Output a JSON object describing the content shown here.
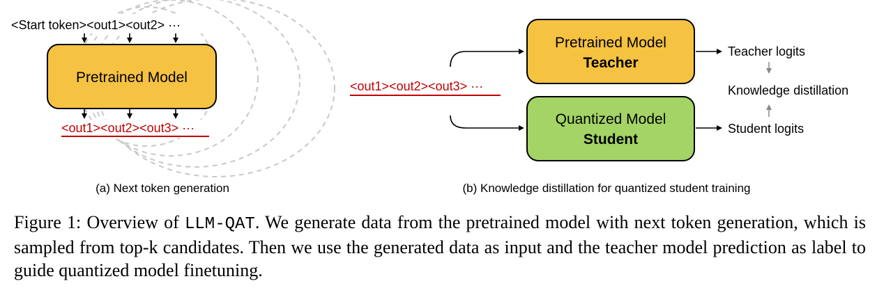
{
  "colors": {
    "teacher_fill": "#F5C242",
    "student_fill": "#A3D465",
    "token_red": "#C00000",
    "dashed_arc": "#C8C8C8"
  },
  "panel_a": {
    "input_tokens": "<Start token><out1><out2> ···",
    "model_label": "Pretrained Model",
    "output_tokens": "<out1><out2><out3> ···",
    "subcaption": "(a) Next token generation"
  },
  "panel_b": {
    "input_tokens": "<out1><out2><out3> ···",
    "teacher_line1": "Pretrained Model",
    "teacher_line2": "Teacher",
    "student_line1": "Quantized Model",
    "student_line2": "Student",
    "teacher_logits": "Teacher logits",
    "knowledge_distillation": "Knowledge distillation",
    "student_logits": "Student logits",
    "subcaption": "(b) Knowledge distillation for quantized student training"
  },
  "caption": {
    "prefix": "Figure 1: Overview of ",
    "code": "LLM-QAT",
    "rest": ". We generate data from the pretrained model with next token generation, which is sampled from top-k candidates. Then we use the generated data as input and the teacher model prediction as label to guide quantized model finetuning."
  }
}
